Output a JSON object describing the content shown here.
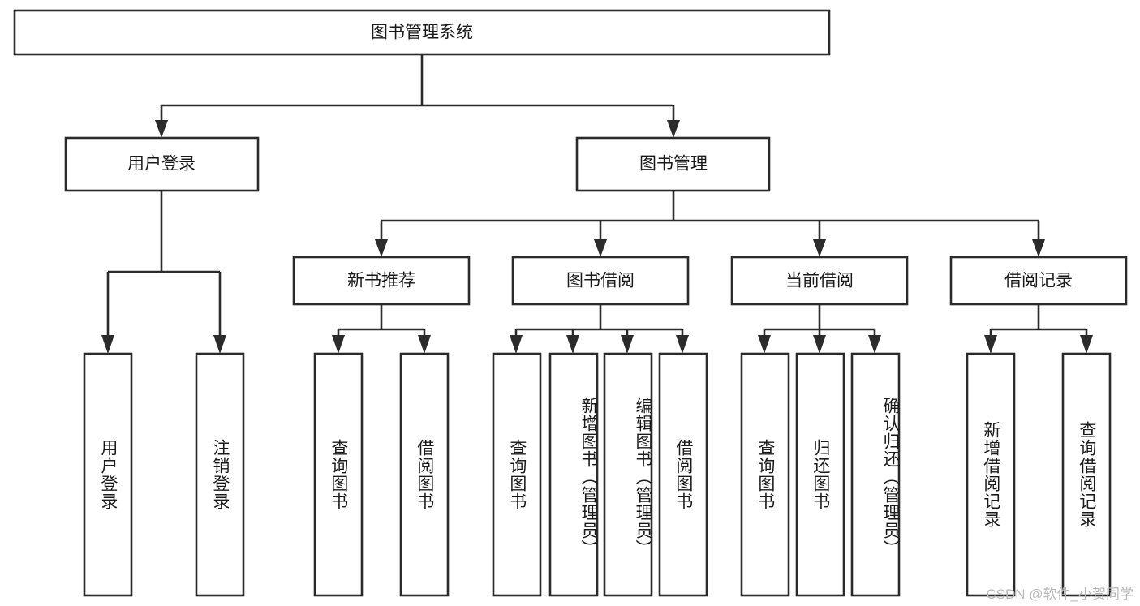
{
  "diagram": {
    "type": "tree-hierarchy",
    "title": "图书管理系统",
    "orientation": "top-down",
    "colors": {
      "box_stroke": "#2b2b2b",
      "box_fill": "#ffffff",
      "connector": "#2b2b2b",
      "text": "#1a1a1a",
      "background": "#ffffff",
      "watermark": "#b9b9b9"
    },
    "levels": {
      "root": {
        "label": "图书管理系统"
      },
      "level2": [
        {
          "label": "用户登录"
        },
        {
          "label": "图书管理"
        }
      ],
      "level3": [
        {
          "label": "新书推荐"
        },
        {
          "label": "图书借阅"
        },
        {
          "label": "当前借阅"
        },
        {
          "label": "借阅记录"
        }
      ],
      "leaves": {
        "user_login": [
          {
            "label": "用户登录"
          },
          {
            "label": "注销登录"
          }
        ],
        "new_book_recommend": [
          {
            "label": "查询图书"
          },
          {
            "label": "借阅图书"
          }
        ],
        "book_borrow": [
          {
            "label": "查询图书"
          },
          {
            "label": "新增图书（管理员）"
          },
          {
            "label": "编辑图书（管理员）"
          },
          {
            "label": "借阅图书"
          }
        ],
        "current_borrow": [
          {
            "label": "查询图书"
          },
          {
            "label": "归还图书"
          },
          {
            "label": "确认归还（管理员）"
          }
        ],
        "borrow_record": [
          {
            "label": "新增借阅记录"
          },
          {
            "label": "查询借阅记录"
          }
        ]
      }
    }
  },
  "watermark": {
    "text": "CSDN @软件_小贺同学"
  }
}
